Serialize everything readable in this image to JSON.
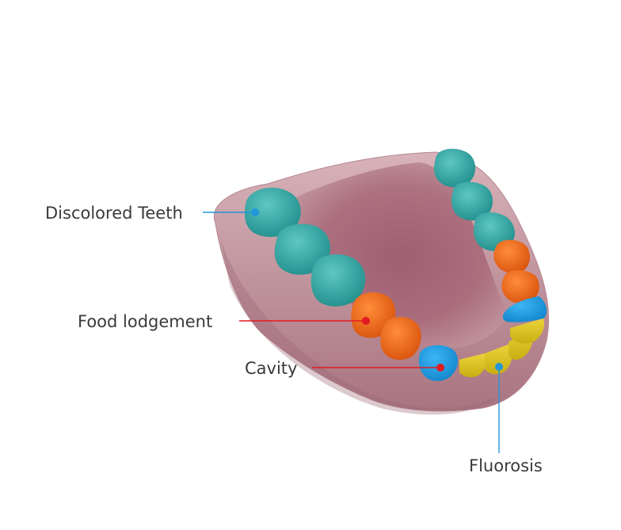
{
  "labels": {
    "discolored_teeth": "Discolored Teeth",
    "food_lodgement": "Food lodgement",
    "cavity": "Cavity",
    "fluorosis": "Fluorosis"
  },
  "colors": {
    "discolored_teeth": "#31a9a6",
    "food_lodgement": "#f26a1c",
    "cavity": "#1c9fe8",
    "fluorosis": "#d8c21d",
    "gum": "#b8828f",
    "leader_blue": "#2196d8",
    "leader_red": "#e11b22",
    "label_text": "#3a3a3a"
  }
}
